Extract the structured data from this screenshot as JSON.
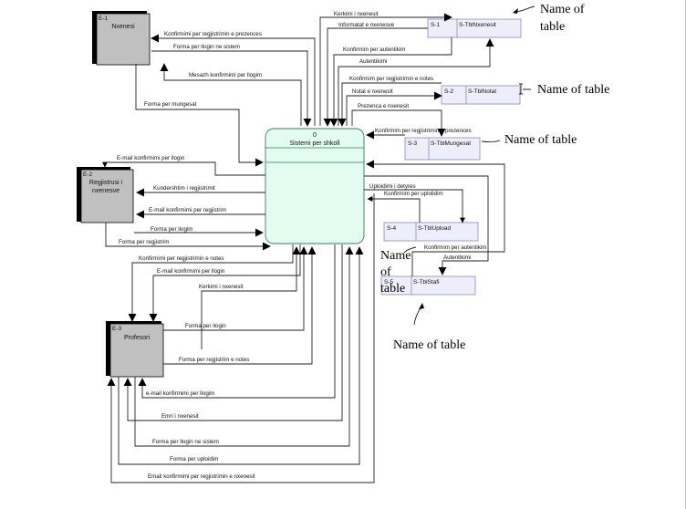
{
  "process": {
    "id": "0",
    "name": "Sistemi per shkoll"
  },
  "entities": {
    "e1": {
      "id": "E-1",
      "name": "Nxenesi"
    },
    "e2": {
      "id": "E-2",
      "name_line1": "Regjistrusi i",
      "name_line2": "nxenesve"
    },
    "e3": {
      "id": "E-3",
      "name": "Profesori"
    }
  },
  "stores": {
    "s1": {
      "id": "S-1",
      "name": "S-TblNxenesit"
    },
    "s2": {
      "id": "S-2",
      "name": "S-TblNotat"
    },
    "s3": {
      "id": "S-3",
      "name": "S-TblMungesat"
    },
    "s4": {
      "id": "S-4",
      "name": "S-TblUpload"
    },
    "s5": {
      "id": "S-5",
      "name": "S-TblStafi"
    }
  },
  "flows": {
    "e1_konfirmimi": "Konfirmimi per regjistrimin e prezences",
    "e1_forma_login": "Forma per llogin ne sistem",
    "e1_mesazh": "Mesazh konfirmimi per llogim",
    "e1_mungesat": "Forma per mungesat",
    "s1_kerkimi": "Kerkimi i nxenesit",
    "s1_informatat": "Informatat e nxenesve",
    "s1_konf_autent": "Konfirmim per autentikim",
    "s1_autentikimi": "Autentikimi",
    "s2_konf_notes": "Konfirmim per regjistrimin e notes",
    "s2_notat": "Notat e nxenesit",
    "s3_prezenca": "Prezenca e nxenesit",
    "s3_konf_prez": "Konfirmim per regjistrimin e prezences",
    "e2_email": "E-mail konfirmimi per llogin",
    "e2_kundershtim": "Kundershtim i regjistrimit",
    "e2_email_reg": "E-mail konfirmimi per regjistrim",
    "e2_forma_login": "Forma per llogim",
    "e2_forma_reg": "Forma per regjistrim",
    "s4_uploidimi": "Uploidimi i detyres",
    "s4_konf_upl": "Konfirmim per uplolidim",
    "s5_konf_autent": "Konfirmim per autentikim",
    "s5_autentikimi": "Autentikimi",
    "e3_konf_notes": "Konfirmimi per regjistrimin e notes",
    "e3_email_login": "E-mail konfirmimi per llogin",
    "e3_kerkimi": "Kerkimi i nxenesit",
    "e3_forma_login": "Forma per llogin",
    "e3_forma_notes": "Forma per regjistrim e notes",
    "e3_email_login2": "e-mail konfirmimi per llogim",
    "e3_emri": "Emri i nxenesit",
    "e3_forma_sistem": "Forma per llogin ne sistem",
    "e3_forma_upl": "Forma per uploidim",
    "e3_email_reg": "Email konfirmimi per regjistrimin e nxenesit"
  },
  "annotations": {
    "s1_note_line1": "Name of",
    "s1_note_line2": "table",
    "s2_note": "Name of table",
    "s3_note": "Name of table",
    "s4_note_line1": "Name",
    "s4_note_line2": "of",
    "s4_note_line3": "table",
    "s5_note": "Name of table"
  },
  "colors": {
    "entity_fill": "#c0c0c0",
    "entity_shadow": "#000000",
    "process_fill": "#e2fcef",
    "process_border": "#3a7a64",
    "store_fill": "#eeeefa",
    "store_border": "#8888c4"
  }
}
